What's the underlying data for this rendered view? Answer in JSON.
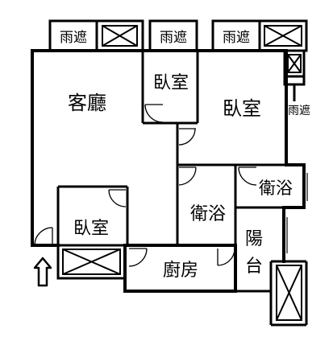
{
  "rooms": {
    "living_room": "客廳",
    "bedroom_top": "臥室",
    "bedroom_right": "臥室",
    "bedroom_small": "臥室",
    "bathroom_center": "衛浴",
    "bathroom_right": "衛浴",
    "kitchen": "廚房",
    "balcony_line1": "陽",
    "balcony_line2": "台"
  },
  "canopies": {
    "left": "雨遮",
    "middle": "雨遮",
    "right": "雨遮",
    "side": "雨遮"
  },
  "colors": {
    "wall": "#000000",
    "background": "#ffffff"
  },
  "icons": {
    "entrance": "arrow-up-outline-icon"
  }
}
